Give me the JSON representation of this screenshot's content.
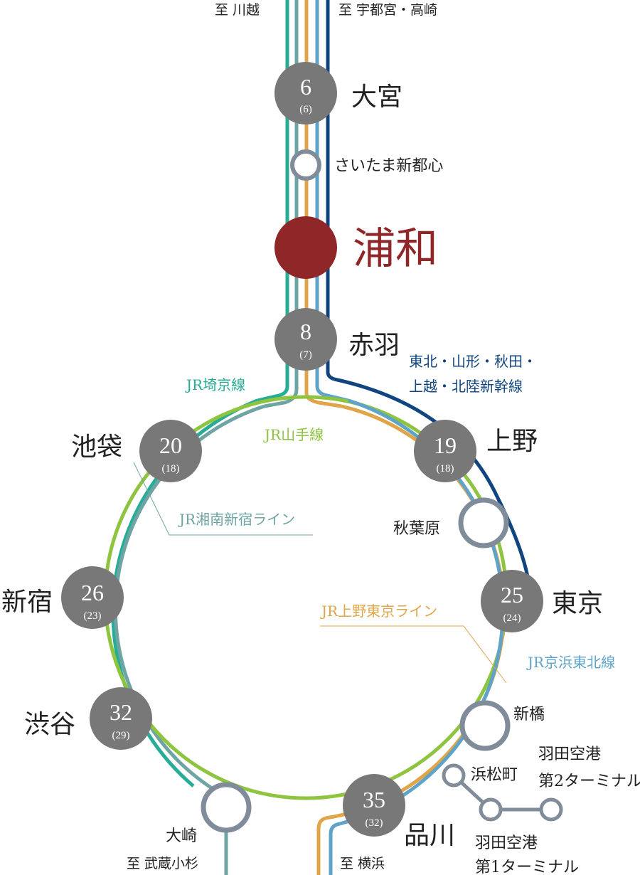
{
  "colors": {
    "saikyo": "#27ad96",
    "shonan": "#6fa4a4",
    "yamanote": "#8ec43f",
    "ueno_tokyo": "#e0a548",
    "keihin": "#5fa3c8",
    "shinkansen": "#10457f",
    "station_time": "#787878",
    "station_ring": "#808c9a",
    "current": "#8f2628"
  },
  "destinations": {
    "kawagoe": "至 川越",
    "utsunomiya_takasaki": "至 宇都宮・高崎",
    "musashi_kosugi": "至 武蔵小杉",
    "yokohama": "至 横浜"
  },
  "current_station": {
    "name": "浦和"
  },
  "stations": {
    "omiya": {
      "name": "大宮",
      "time": "6",
      "sub": "(6)"
    },
    "saitama_shintoshin": {
      "name": "さいたま新都心"
    },
    "akabane": {
      "name": "赤羽",
      "time": "8",
      "sub": "(7)"
    },
    "ikebukuro": {
      "name": "池袋",
      "time": "20",
      "sub": "(18)"
    },
    "ueno": {
      "name": "上野",
      "time": "19",
      "sub": "(18)"
    },
    "akihabara": {
      "name": "秋葉原"
    },
    "shinjuku": {
      "name": "新宿",
      "time": "26",
      "sub": "(23)"
    },
    "tokyo": {
      "name": "東京",
      "time": "25",
      "sub": "(24)"
    },
    "shibuya": {
      "name": "渋谷",
      "time": "32",
      "sub": "(29)"
    },
    "shimbashi": {
      "name": "新橋"
    },
    "hamamatsucho": {
      "name": "浜松町"
    },
    "haneda_t2_a": {
      "name": "羽田空港"
    },
    "haneda_t2_b": {
      "name": "第2ターミナル"
    },
    "osaki": {
      "name": "大崎"
    },
    "shinagawa": {
      "name": "品川",
      "time": "35",
      "sub": "(32)"
    },
    "haneda_t1_a": {
      "name": "羽田空港"
    },
    "haneda_t1_b": {
      "name": "第1ターミナル"
    }
  },
  "lines": {
    "saikyo": "JR埼京線",
    "yamanote": "JR山手線",
    "shinkansen_1": "東北・山形・秋田・",
    "shinkansen_2": "上越・北陸新幹線",
    "shonan_shinjuku": "JR湘南新宿ライン",
    "ueno_tokyo": "JR上野東京ライン",
    "keihin_tohoku": "JR京浜東北線"
  }
}
